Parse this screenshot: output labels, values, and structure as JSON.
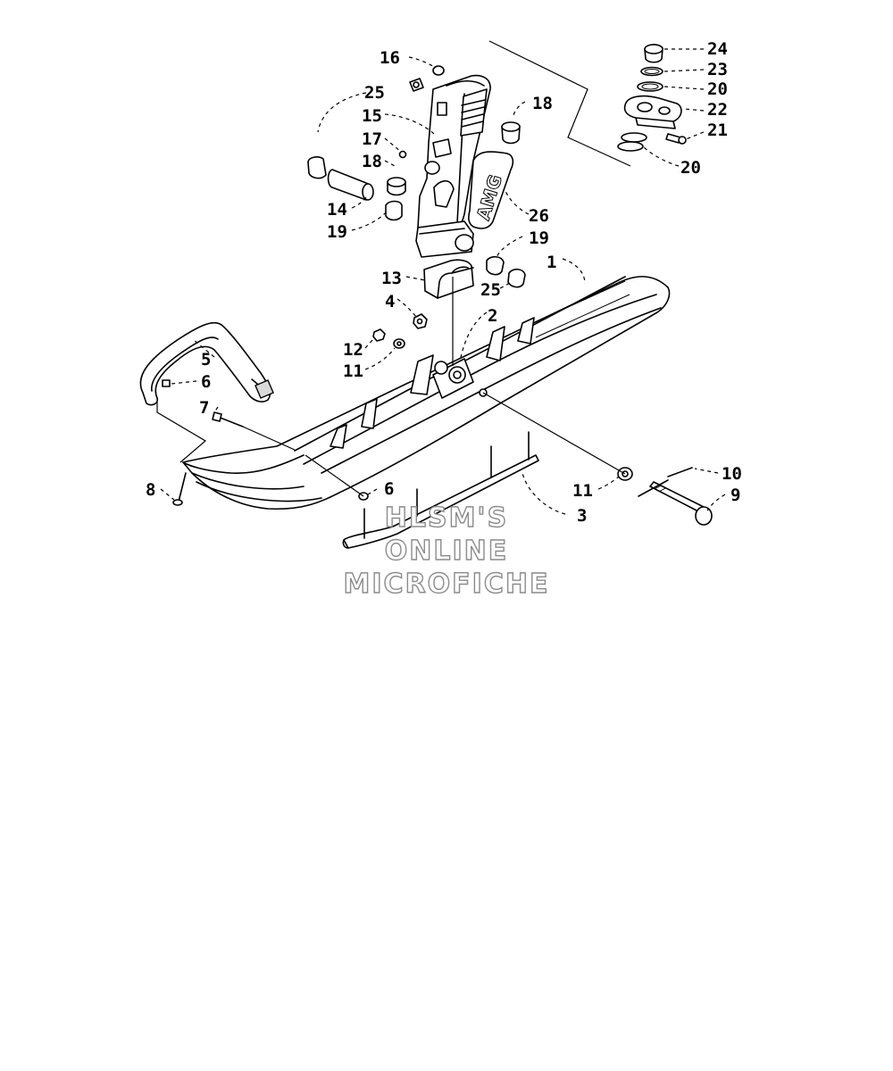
{
  "diagram": {
    "callouts": {
      "c1": "1",
      "c2": "2",
      "c3": "3",
      "c4": "4",
      "c5": "5",
      "c6a": "6",
      "c6b": "6",
      "c7": "7",
      "c8": "8",
      "c9": "9",
      "c10": "10",
      "c11a": "11",
      "c11b": "11",
      "c12": "12",
      "c13": "13",
      "c14": "14",
      "c15": "15",
      "c16": "16",
      "c17": "17",
      "c18a": "18",
      "c18b": "18",
      "c19a": "19",
      "c19b": "19",
      "c20a": "20",
      "c20b": "20",
      "c21": "21",
      "c22": "22",
      "c23": "23",
      "c24": "24",
      "c25a": "25",
      "c25b": "25",
      "c26": "26"
    },
    "decal_text": "AMG",
    "watermark": {
      "line1": "HLSM'S",
      "line2": "ONLINE",
      "line3": "MICROFICHE"
    }
  }
}
